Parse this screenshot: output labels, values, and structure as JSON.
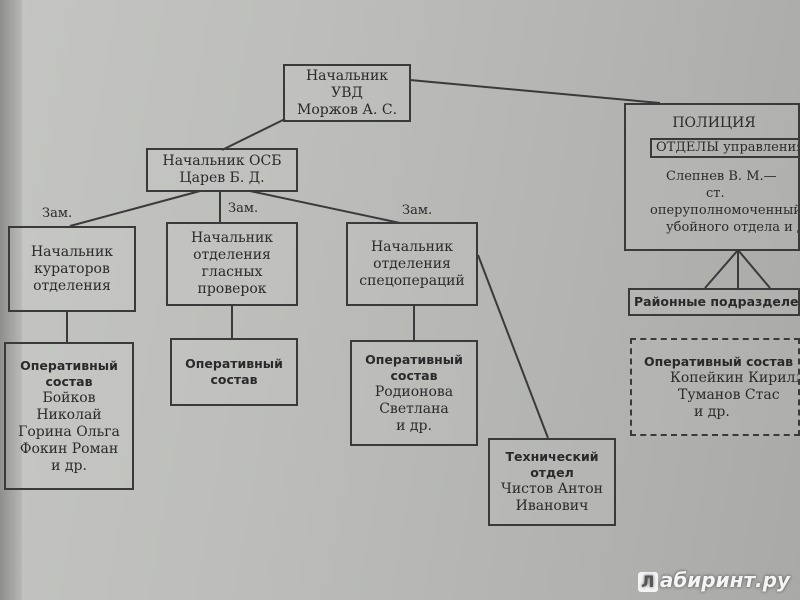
{
  "chief_uvd": {
    "lines": [
      "Начальник",
      "УВД",
      "Моржов А. С."
    ]
  },
  "chief_osb": {
    "lines": [
      "Начальник ОСБ",
      "Царев Б. Д."
    ]
  },
  "deputy_label": "Зам.",
  "curators": {
    "lines": [
      "Начальник",
      "кураторов",
      "отделения"
    ]
  },
  "public_checks": {
    "lines": [
      "Начальник",
      "отделения",
      "гласных",
      "проверок"
    ]
  },
  "special_ops": {
    "lines": [
      "Начальник",
      "отделения",
      "спецопераций"
    ]
  },
  "op_staff_1": {
    "title": [
      "Оперативный",
      "состав"
    ],
    "names": [
      "Бойков",
      "Николай",
      "Горина Ольга",
      "Фокин Роман",
      "и др."
    ]
  },
  "op_staff_2": {
    "title": [
      "Оперативный",
      "состав"
    ]
  },
  "op_staff_3": {
    "title": [
      "Оперативный",
      "состав"
    ],
    "names": [
      "Родионова",
      "Светлана",
      "и др."
    ]
  },
  "tech_dept": {
    "title": [
      "Технический",
      "отдел"
    ],
    "names": [
      "Чистов Антон",
      "Иванович"
    ]
  },
  "police": {
    "title": "ПОЛИЦИЯ",
    "departments": "ОТДЕЛЫ управления",
    "lines": [
      "Слепнев В. М.—",
      "ст.",
      "оперуполномоченный",
      "убойного отдела и др."
    ]
  },
  "district": {
    "title": "Районные подразделения"
  },
  "op_staff_4": {
    "title": "Оперативный состав",
    "names": [
      "Копейкин Кирилл",
      "Туманов Стас",
      "и др."
    ]
  },
  "watermark": {
    "icon": "Л",
    "text": "абиринт.ру"
  }
}
